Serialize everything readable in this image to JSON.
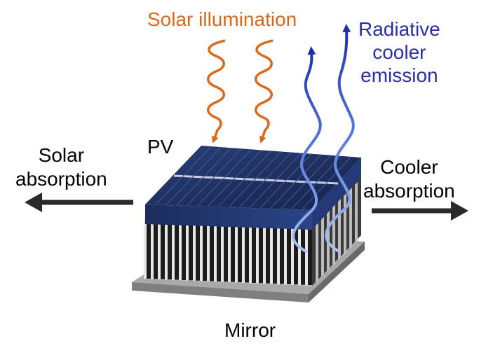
{
  "labels": {
    "solar_illumination": "Solar illumination",
    "radiative_cooler_emission": "Radiative\ncooler\nemission",
    "pv": "PV",
    "solar_absorption": "Solar\nabsorption",
    "cooler_absorption": "Cooler\nabsorption",
    "mirror": "Mirror"
  },
  "colors": {
    "solar": "#d9691f",
    "radiative": "#2b2fa3",
    "wave_gradient_top": "#1f2fa8",
    "wave_gradient_bottom": "#8fb0ef",
    "arrow_dark": "#2a2a2a",
    "panel": "#1a2b55",
    "fins": "#1c1c1c",
    "mirror": "#8c8c8c"
  }
}
